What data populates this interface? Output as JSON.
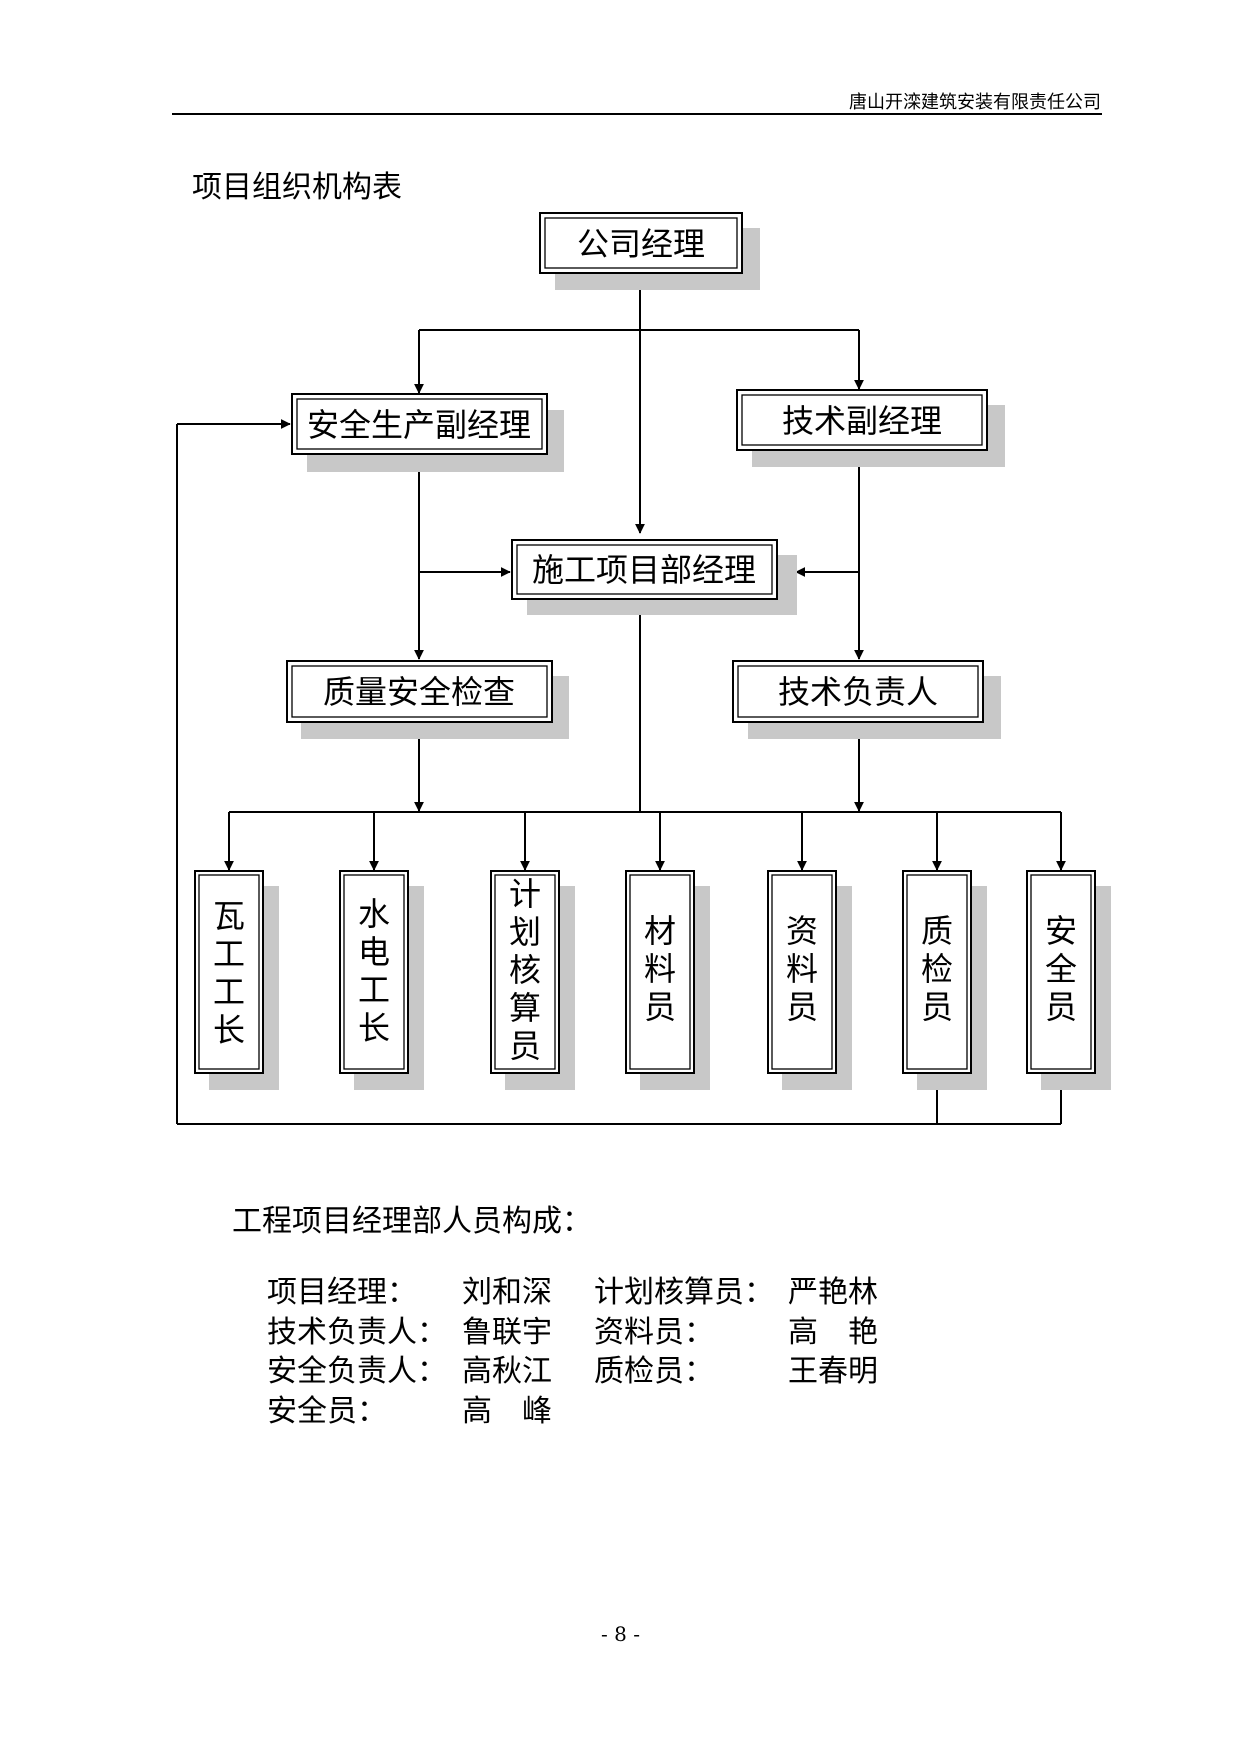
{
  "header": {
    "company": "唐山开滦建筑安装有限责任公司"
  },
  "title": "项目组织机构表",
  "org_chart": {
    "company_manager": "公司经理",
    "safety_deputy": "安全生产副经理",
    "tech_deputy": "技术副经理",
    "project_manager": "施工项目部经理",
    "quality_check": "质量安全检查",
    "tech_lead": "技术负责人",
    "staff_boxes": [
      [
        "瓦",
        "工",
        "工",
        "长"
      ],
      [
        "水",
        "电",
        "工",
        "长"
      ],
      [
        "计",
        "划",
        "核",
        "算",
        "员"
      ],
      [
        "材",
        "料",
        "员"
      ],
      [
        "资",
        "料",
        "员"
      ],
      [
        "质",
        "检",
        "员"
      ],
      [
        "安",
        "全",
        "员"
      ]
    ]
  },
  "staff_section": {
    "heading": "工程项目经理部人员构成：",
    "rows": [
      {
        "left_label": "项目经理：",
        "left_name": "刘和深",
        "right_label": "计划核算员：",
        "right_name": "严艳林"
      },
      {
        "left_label": "技术负责人：",
        "left_name": "鲁联宇",
        "right_label": "资料员：",
        "right_name": "高　艳"
      },
      {
        "left_label": "安全负责人：",
        "left_name": "高秋江",
        "right_label": "质检员：",
        "right_name": "王春明"
      },
      {
        "left_label": "安全员：",
        "left_name": "高　峰",
        "right_label": "",
        "right_name": ""
      }
    ]
  },
  "page_number": "- 8 -"
}
